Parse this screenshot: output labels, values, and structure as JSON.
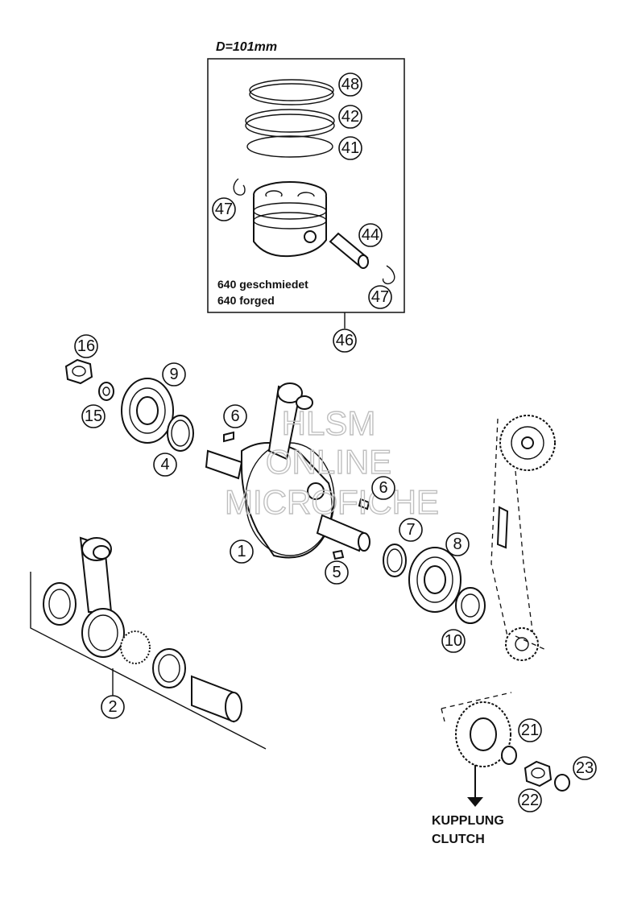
{
  "box": {
    "diameter_label": "D=101mm",
    "note_line1": "640 geschmiedet",
    "note_line2": "640 forged"
  },
  "watermark": {
    "line1": "HLSM",
    "line2": "ONLINE",
    "line3": "MICROFICHE"
  },
  "output": {
    "line1": "KUPPLUNG",
    "line2": "CLUTCH"
  },
  "callouts": [
    {
      "id": "c48",
      "label": "48"
    },
    {
      "id": "c42",
      "label": "42"
    },
    {
      "id": "c41",
      "label": "41"
    },
    {
      "id": "c47a",
      "label": "47"
    },
    {
      "id": "c44",
      "label": "44"
    },
    {
      "id": "c47b",
      "label": "47"
    },
    {
      "id": "c46",
      "label": "46"
    },
    {
      "id": "c16",
      "label": "16"
    },
    {
      "id": "c9",
      "label": "9"
    },
    {
      "id": "c15",
      "label": "15"
    },
    {
      "id": "c4",
      "label": "4"
    },
    {
      "id": "c6a",
      "label": "6"
    },
    {
      "id": "c6b",
      "label": "6"
    },
    {
      "id": "c1",
      "label": "1"
    },
    {
      "id": "c5",
      "label": "5"
    },
    {
      "id": "c7",
      "label": "7"
    },
    {
      "id": "c8",
      "label": "8"
    },
    {
      "id": "c10",
      "label": "10"
    },
    {
      "id": "c2",
      "label": "2"
    },
    {
      "id": "c21",
      "label": "21"
    },
    {
      "id": "c22",
      "label": "22"
    },
    {
      "id": "c23",
      "label": "23"
    }
  ]
}
